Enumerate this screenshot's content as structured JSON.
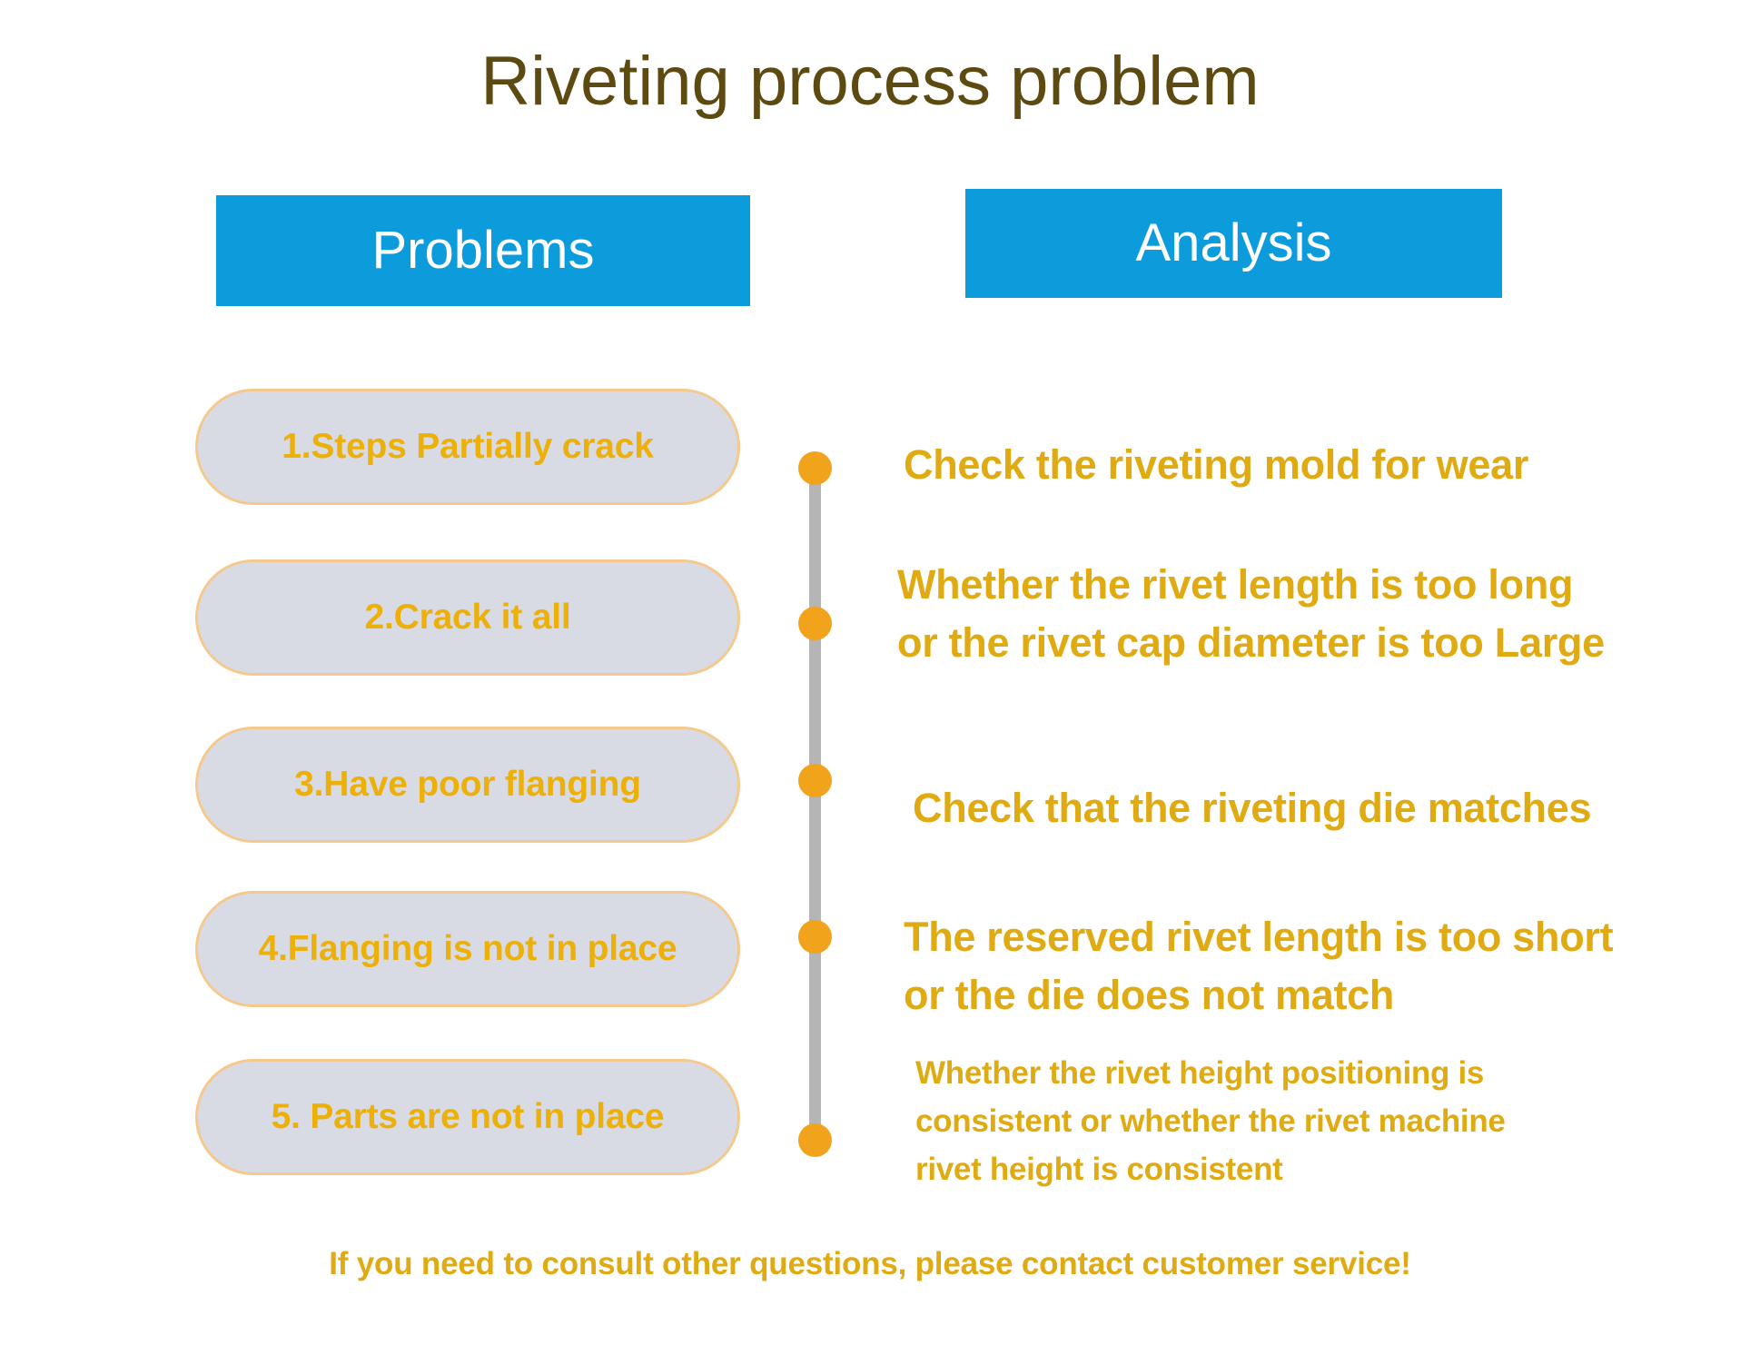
{
  "title": "Riveting process problem",
  "columns": {
    "problems_label": "Problems",
    "analysis_label": "Analysis"
  },
  "colors": {
    "header_blue": "#0C9CDC",
    "gold_text": "#E0AA12",
    "pill_fill": "#D8DBE4",
    "pill_border": "#F5C98D",
    "dot_orange": "#F2A31C",
    "rail_gray": "#B5B5B5",
    "title_olive": "#5C4A11"
  },
  "problems": [
    {
      "label": "1.Steps Partially crack"
    },
    {
      "label": "2.Crack it all"
    },
    {
      "label": "3.Have poor flanging"
    },
    {
      "label": "4.Flanging is not in place"
    },
    {
      "label": "5. Parts are not in place"
    }
  ],
  "analysis": [
    {
      "line1": "Check the riveting mold for wear",
      "line2": "",
      "line3": ""
    },
    {
      "line1": "Whether the rivet length is too long",
      "line2": "or the rivet cap diameter is too Large",
      "line3": ""
    },
    {
      "line1": "Check that the riveting die matches",
      "line2": "",
      "line3": ""
    },
    {
      "line1": "The reserved rivet length is too short",
      "line2": "or the die does not match",
      "line3": ""
    },
    {
      "line1": "Whether the rivet height positioning is",
      "line2": "consistent or whether the rivet machine",
      "line3": "rivet height is consistent"
    }
  ],
  "footer": "If you need to consult other questions, please contact customer service!"
}
